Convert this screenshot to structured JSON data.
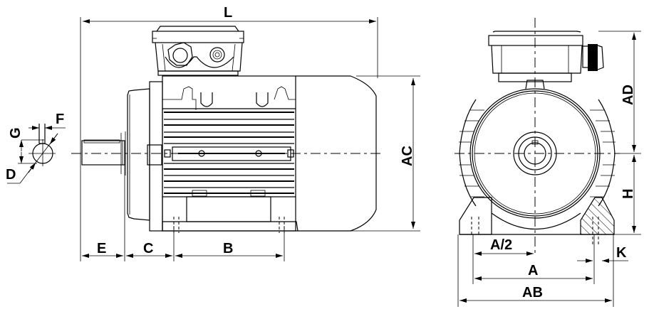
{
  "title": "Electric motor dimension drawing (B3 foot mounted)",
  "views": {
    "shaft_detail": {
      "labels": {
        "G": "G",
        "F": "F",
        "D": "D"
      }
    },
    "side_view": {
      "labels": {
        "L": "L",
        "AC": "AC",
        "E": "E",
        "C": "C",
        "B": "B"
      }
    },
    "front_view": {
      "labels": {
        "AD": "AD",
        "H": "H",
        "A_half": "A/2",
        "A": "A",
        "AB": "AB",
        "K": "K"
      }
    }
  },
  "colors": {
    "line": "#000000",
    "background": "#ffffff"
  }
}
